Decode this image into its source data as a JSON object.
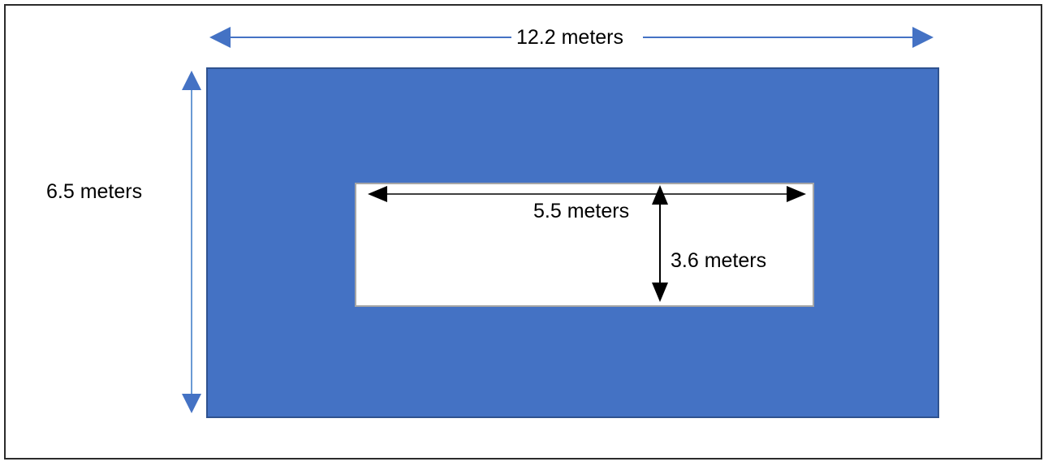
{
  "diagram": {
    "title": "Rectangle area diagram with dimension callouts",
    "type": "geometry-dimension-diagram",
    "units": "meters",
    "colors": {
      "outer_fill": "#4472C4",
      "outer_stroke": "#2F528F",
      "inner_fill": "#FFFFFF",
      "inner_stroke": "#A6A6A6",
      "outer_arrow": "#4472C4",
      "inner_arrow": "#000000",
      "text": "#000000",
      "page_frame": "#2B2B2B"
    },
    "shapes": {
      "outer_rectangle": {
        "name": "outer-blue-rectangle",
        "width_label": "12.2 meters",
        "height_label": "6.5 meters",
        "width_value": 12.2,
        "height_value": 6.5
      },
      "inner_rectangle": {
        "name": "inner-white-rectangle",
        "width_label": "5.5 meters",
        "height_label": "3.6 meters",
        "width_value": 5.5,
        "height_value": 3.6
      }
    },
    "labels": {
      "outer_width": "12.2 meters",
      "outer_height": "6.5 meters",
      "inner_width": "5.5 meters",
      "inner_height": "3.6 meters"
    },
    "arrows": {
      "outer_width_arrow": "double-headed-horizontal-arrow",
      "outer_height_arrow": "double-headed-vertical-arrow",
      "inner_width_arrow": "double-headed-horizontal-arrow",
      "inner_height_arrow": "double-headed-vertical-arrow"
    }
  }
}
